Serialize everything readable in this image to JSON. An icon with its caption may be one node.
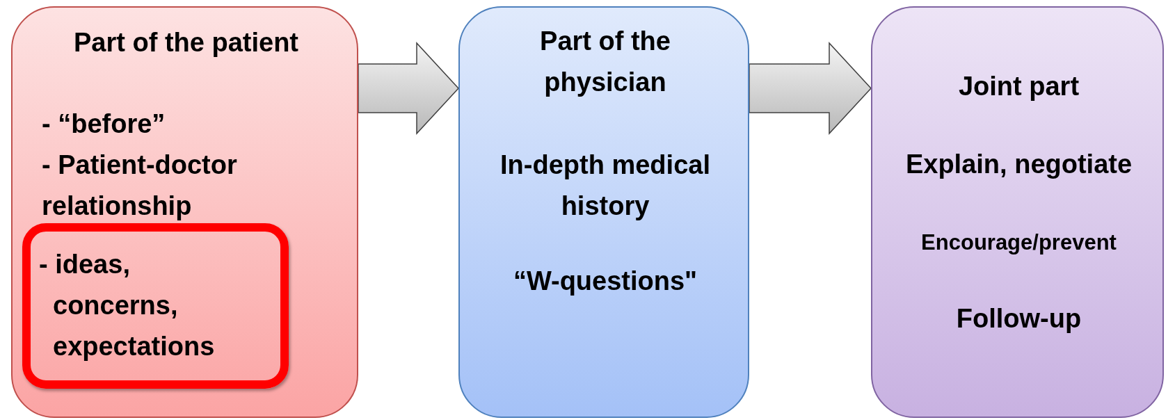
{
  "diagram": {
    "nodes": [
      {
        "text": [
          "Part of the patient",
          "- “before”",
          "- Patient-doctor relationship"
        ]
      },
      {
        "text": [
          "- ideas, concerns, expectations"
        ],
        "in": 0
      },
      {
        "text": [
          "Part of the physician",
          "In-depth medical history",
          "“W-questions\""
        ]
      },
      {
        "text": [
          "Joint part",
          "Explain, negotiate",
          "Encourage/prevent",
          "Follow-up"
        ]
      }
    ],
    "edges": [
      {
        "from": 0,
        "to": 2,
        "arrow": "to"
      },
      {
        "from": 2,
        "to": 3,
        "arrow": "to"
      }
    ]
  }
}
